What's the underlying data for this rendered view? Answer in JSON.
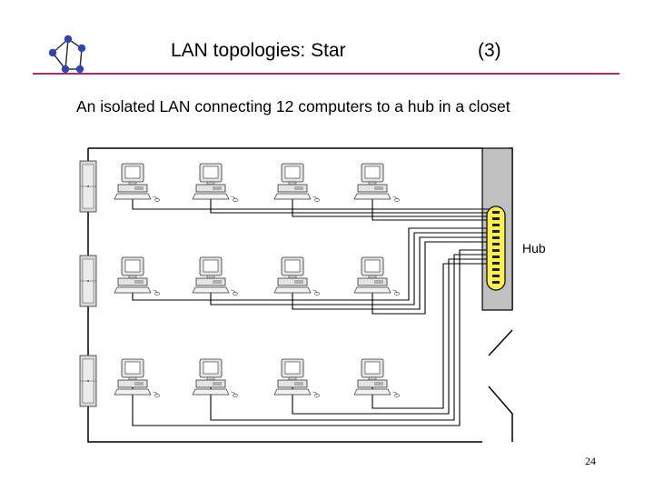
{
  "slide": {
    "title": "LAN topologies: Star",
    "number": "(3)",
    "subtitle": "An isolated LAN connecting 12 computers to a hub in a closet",
    "page": "24"
  },
  "diagram": {
    "hub_label": "Hub",
    "computer_count": 12,
    "rows": 3,
    "columns": 4,
    "colors": {
      "hub_body": "#ffee55",
      "closet_wall": "#c0c0c0",
      "accent_line": "#99336a"
    }
  }
}
